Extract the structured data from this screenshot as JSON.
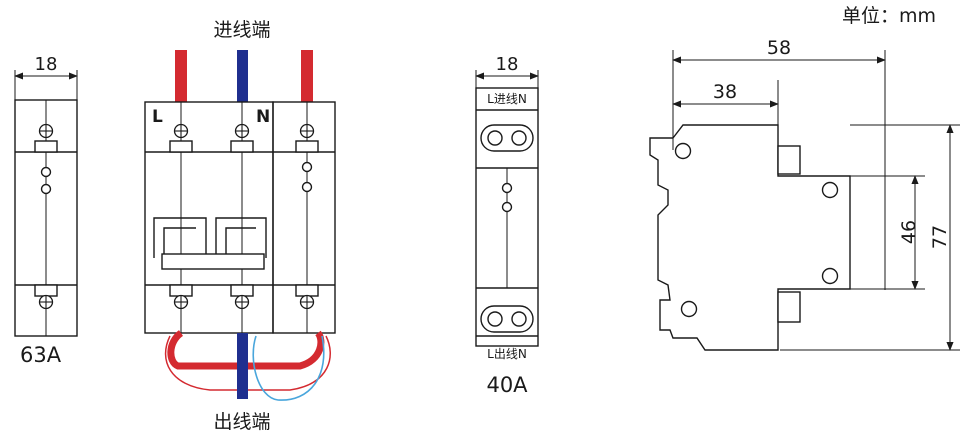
{
  "unit_label": "单位：mm",
  "colors": {
    "line_red": "#d42a30",
    "neutral_blue": "#1f2f8f",
    "wire_light_blue": "#49a6dc",
    "outline": "#1a1a1a"
  },
  "views": {
    "single_63a": {
      "width_dim": "18",
      "rating": "63A"
    },
    "wired_pair": {
      "label_L": "L",
      "label_N": "N",
      "inlet_label": "进线端",
      "outlet_label": "出线端"
    },
    "single_40a": {
      "width_dim": "18",
      "inlet_label": "L进线N",
      "outlet_label": "L出线N",
      "rating": "40A"
    },
    "side": {
      "depth_total": "58",
      "depth_front": "38",
      "height_front": "46",
      "height_total": "77"
    }
  }
}
